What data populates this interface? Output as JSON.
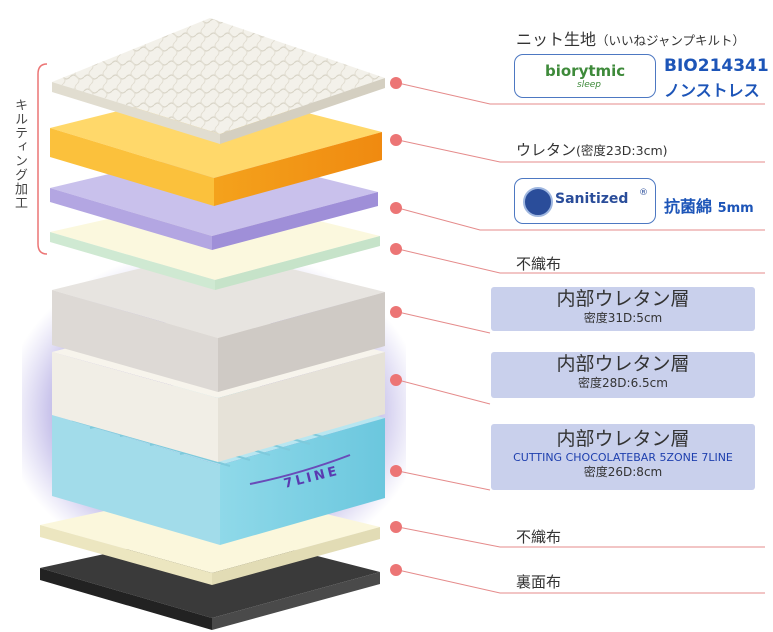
{
  "side_label": "キルティング加工",
  "layers": [
    {
      "title": "ニット生地",
      "sub": "（いいねジャンプキルト）",
      "logo_text": "biorytmic",
      "logo_sub": "sleep",
      "product": "BIO214341",
      "product2": "ノンストレス"
    },
    {
      "title": "ウレタン",
      "sub": "(密度23D:3cm)"
    },
    {
      "logo_text": "Sanitized",
      "logo_mark": "®",
      "product": "抗菌綿",
      "thickness": "5mm"
    },
    {
      "title": "不織布"
    },
    {
      "title": "内部ウレタン層",
      "spec": "密度31D:5cm"
    },
    {
      "title": "内部ウレタン層",
      "spec": "密度28D:6.5cm"
    },
    {
      "title": "内部ウレタン層",
      "cut": "CUTTING CHOCOLATEBAR 5ZONE 7LINE",
      "spec": "密度26D:8cm"
    },
    {
      "title": "不織布"
    },
    {
      "title": "裏面布"
    }
  ],
  "seven_line": "7LINE",
  "colors": {
    "accent_dot": "#ec7575",
    "line": "#e58b8b",
    "badge": "#c9d0ec",
    "brand_blue": "#1d55b8"
  }
}
